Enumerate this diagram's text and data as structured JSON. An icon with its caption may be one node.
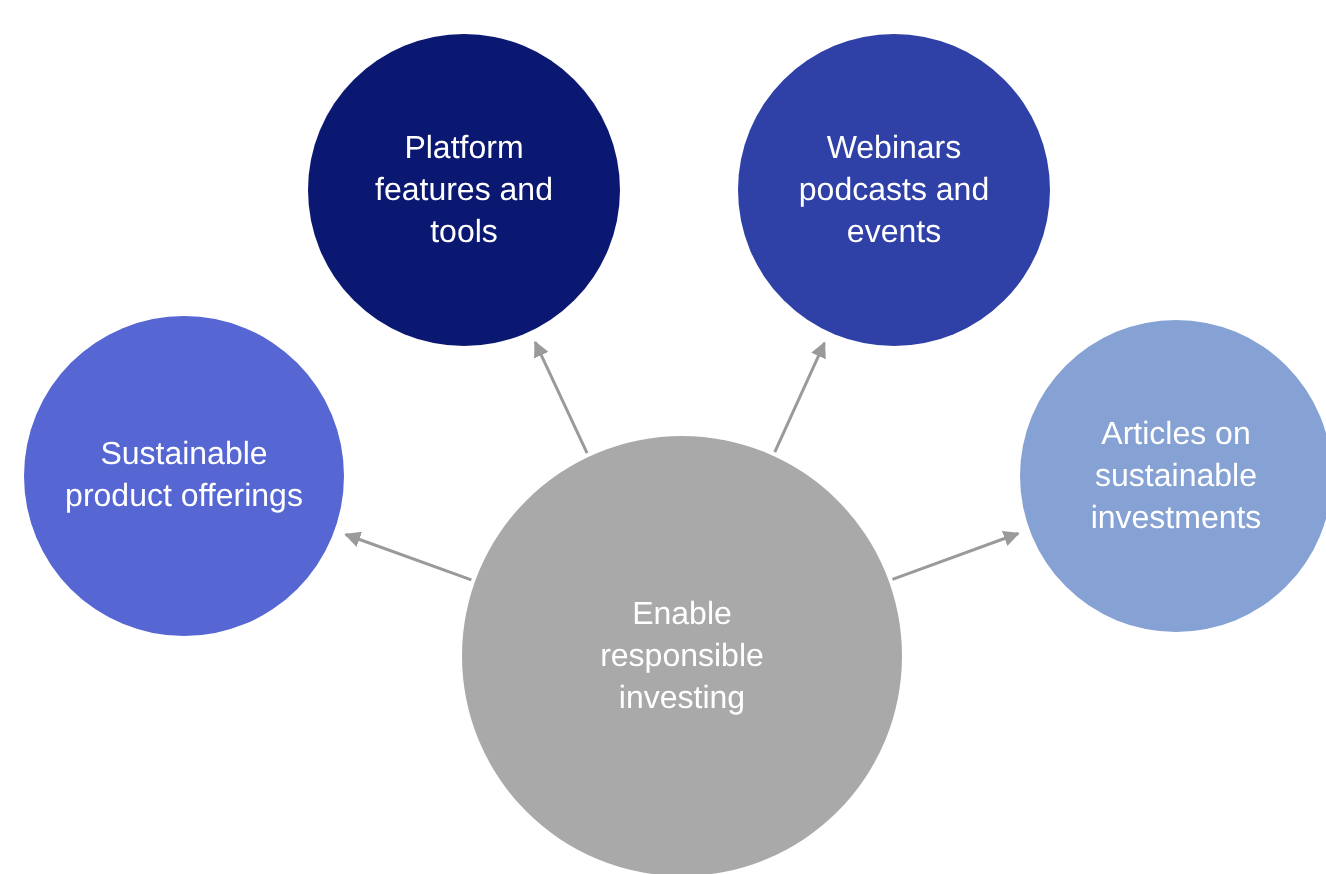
{
  "diagram": {
    "nodes": [
      {
        "text": [
          "Platform features and tools"
        ]
      },
      {
        "text": [
          "Webinars podcasts and events"
        ]
      },
      {
        "text": [
          "Sustainable product offerings"
        ]
      },
      {
        "text": [
          "Articles on sustainable investments"
        ]
      },
      {
        "text": [
          "Enable responsible investing"
        ]
      }
    ],
    "edges": [
      {
        "from": 4,
        "to": 0,
        "arrow": "to"
      },
      {
        "from": 4,
        "to": 1,
        "arrow": "to"
      },
      {
        "from": 4,
        "to": 2,
        "arrow": "to"
      },
      {
        "from": 4,
        "to": 3,
        "arrow": "to"
      }
    ]
  }
}
